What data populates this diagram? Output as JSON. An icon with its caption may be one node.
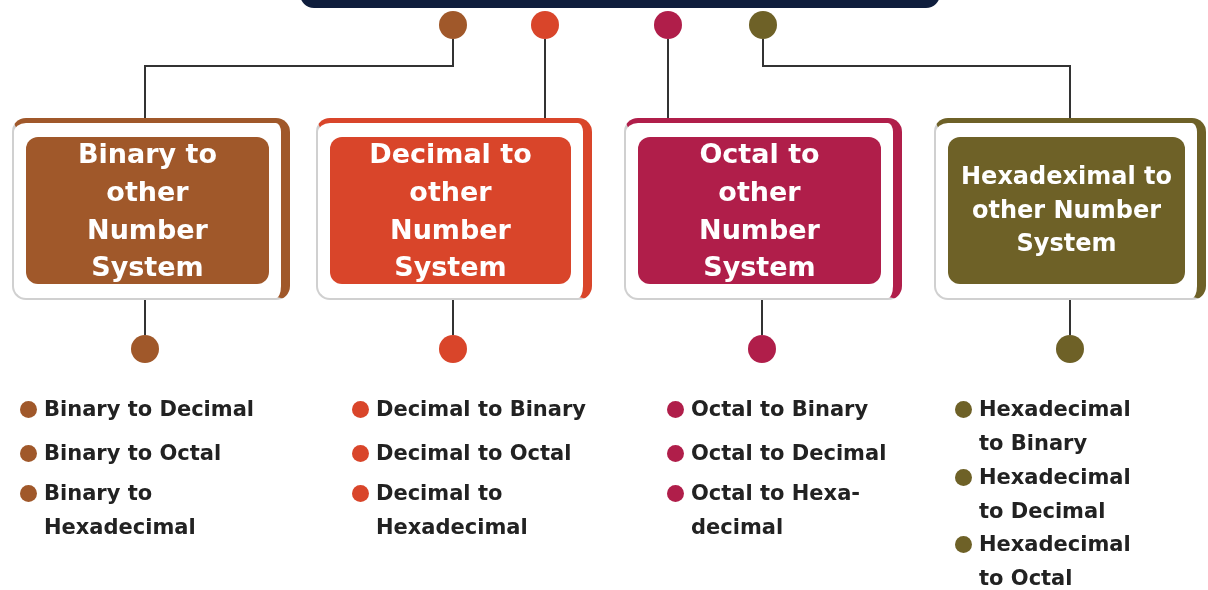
{
  "diagram": {
    "nodes": [
      {
        "text": [],
        "shape": "bar"
      },
      {
        "text": [],
        "shape": "circle"
      },
      {
        "text": [],
        "shape": "circle"
      },
      {
        "text": [],
        "shape": "circle"
      },
      {
        "text": [],
        "shape": "circle"
      },
      {
        "text": [
          "Binary to other Number System"
        ]
      },
      {
        "text": [
          "Decimal to other Number System"
        ]
      },
      {
        "text": [
          "Octal to other Number System"
        ]
      },
      {
        "text": [
          "Hexadeximal to other Number System"
        ]
      },
      {
        "text": [],
        "shape": "circle"
      },
      {
        "text": [],
        "shape": "circle"
      },
      {
        "text": [],
        "shape": "circle"
      },
      {
        "text": [],
        "shape": "circle"
      }
    ],
    "edges": [
      {
        "from": 1,
        "to": 5,
        "arrow": "none"
      },
      {
        "from": 2,
        "to": 6,
        "arrow": "none"
      },
      {
        "from": 3,
        "to": 7,
        "arrow": "none"
      },
      {
        "from": 4,
        "to": 8,
        "arrow": "none"
      },
      {
        "from": 5,
        "to": 9,
        "arrow": "none"
      },
      {
        "from": 6,
        "to": 10,
        "arrow": "none"
      },
      {
        "from": 7,
        "to": 11,
        "arrow": "none"
      },
      {
        "from": 8,
        "to": 12,
        "arrow": "none"
      }
    ],
    "labels": [
      "Binary to Decimal",
      "Binary to Octal",
      "Binary to Hexadecimal",
      "Decimal to Binary",
      "Decimal to Octal",
      "Decimal to Hexadecimal",
      "Octal to Binary",
      "Octal to Decimal",
      "Octal to Hexa-decimal",
      "Hexadecimal to Binary",
      "Hexadecimal to Decimal",
      "Hexadecimal to Octal"
    ]
  }
}
